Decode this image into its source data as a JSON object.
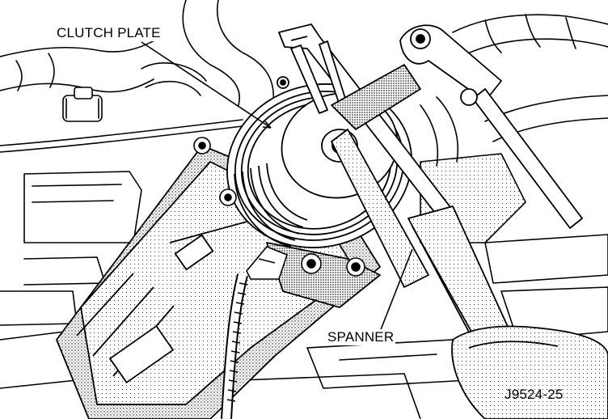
{
  "figure": {
    "callouts": {
      "clutch_plate": "CLUTCH PLATE",
      "spanner": "SPANNER"
    },
    "figure_id": "J9524-25"
  }
}
